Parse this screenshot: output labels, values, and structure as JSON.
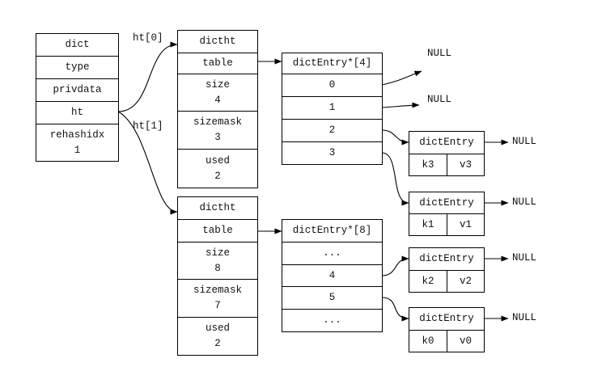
{
  "dict": {
    "title": "dict",
    "fields": [
      "type",
      "privdata",
      "ht"
    ],
    "rehashidx": {
      "label": "rehashidx",
      "value": "1"
    }
  },
  "links": {
    "ht0": "ht[0]",
    "ht1": "ht[1]"
  },
  "ht0": {
    "title": "dictht",
    "table": "table",
    "size": {
      "label": "size",
      "value": "4"
    },
    "sizemask": {
      "label": "sizemask",
      "value": "3"
    },
    "used": {
      "label": "used",
      "value": "2"
    }
  },
  "ht1": {
    "title": "dictht",
    "table": "table",
    "size": {
      "label": "size",
      "value": "8"
    },
    "sizemask": {
      "label": "sizemask",
      "value": "7"
    },
    "used": {
      "label": "used",
      "value": "2"
    }
  },
  "table0": {
    "title": "dictEntry*[4]",
    "slots": [
      "0",
      "1",
      "2",
      "3"
    ]
  },
  "table1": {
    "title": "dictEntry*[8]",
    "slots": [
      "...",
      "4",
      "5",
      "..."
    ]
  },
  "entries": [
    {
      "title": "dictEntry",
      "key": "k3",
      "value": "v3"
    },
    {
      "title": "dictEntry",
      "key": "k1",
      "value": "v1"
    },
    {
      "title": "dictEntry",
      "key": "k2",
      "value": "v2"
    },
    {
      "title": "dictEntry",
      "key": "k0",
      "value": "v0"
    }
  ],
  "null_label": "NULL"
}
